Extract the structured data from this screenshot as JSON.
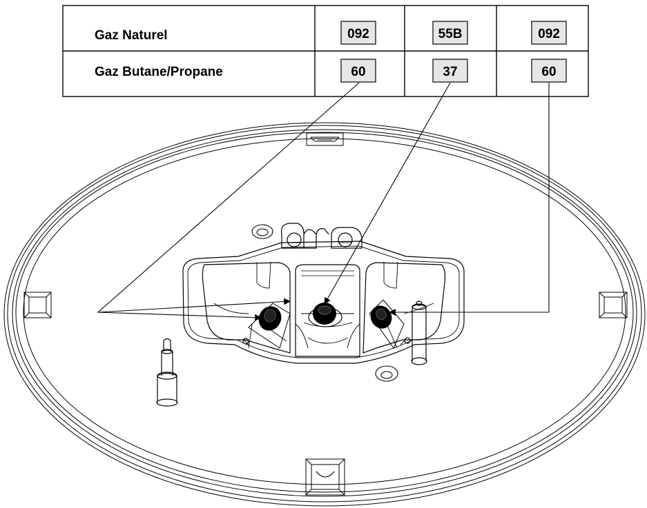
{
  "table": {
    "rows": [
      {
        "label": "Gaz Naturel",
        "codes": [
          "092",
          "55B",
          "092"
        ]
      },
      {
        "label": "Gaz Butane/Propane",
        "codes": [
          "60",
          "37",
          "60"
        ]
      }
    ]
  },
  "colors": {
    "line": "#000000",
    "code_box_fill": "#e6e6e6",
    "background": "#ffffff"
  }
}
